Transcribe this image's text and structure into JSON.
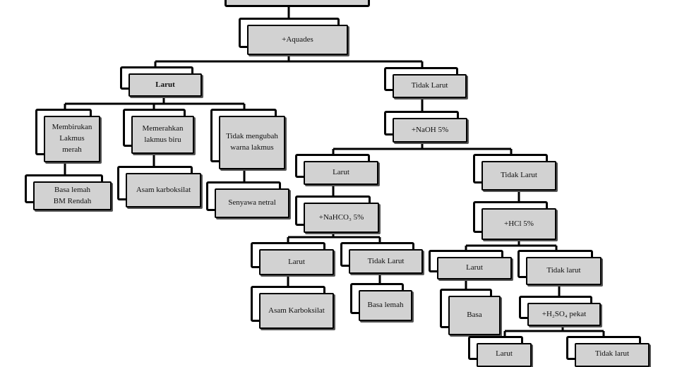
{
  "diagram": {
    "aquades": "+Aquades",
    "larut_1": "Larut",
    "tidak_larut_1": "Tidak Larut",
    "membirukan": [
      "Membirukan",
      "Lakmus",
      "merah"
    ],
    "memerahkan": [
      "Memerahkan",
      "lakmus biru"
    ],
    "tidak_mengubah": [
      "Tidak mengubah",
      "warna lakmus"
    ],
    "basa_lemah_bm": [
      "Basa lemah",
      "BM Rendah"
    ],
    "asam_karboksilat": "Asam karboksilat",
    "senyawa_netral": "Senyawa netral",
    "naoh": "+NaOH 5%",
    "larut_2": "Larut",
    "tidak_larut_2": "Tidak Larut",
    "nahco3": "+NaHCO₃ 5%",
    "hcl": "+HCl 5%",
    "larut_3": "Larut",
    "tidak_larut_3": "Tidak Larut",
    "asam_karboksilat_2": "Asam Karboksilat",
    "basa_lemah_2": "Basa lemah",
    "larut_4": "Larut",
    "tidak_larut_4": "Tidak larut",
    "basa": "Basa",
    "h2so4": "+H₂SO₄ pekat",
    "larut_5": "Larut",
    "tidak_larut_5": "Tidak larut"
  }
}
